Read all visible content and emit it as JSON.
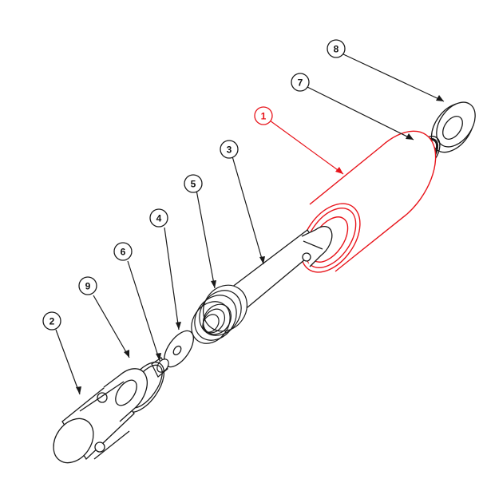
{
  "diagram": {
    "callouts": [
      {
        "id": "callout-1",
        "number": "1",
        "color": "#e8141b"
      },
      {
        "id": "callout-2",
        "number": "2",
        "color": "#111111"
      },
      {
        "id": "callout-3",
        "number": "3",
        "color": "#111111"
      },
      {
        "id": "callout-4",
        "number": "4",
        "color": "#111111"
      },
      {
        "id": "callout-5",
        "number": "5",
        "color": "#111111"
      },
      {
        "id": "callout-6",
        "number": "6",
        "color": "#111111"
      },
      {
        "id": "callout-7",
        "number": "7",
        "color": "#111111"
      },
      {
        "id": "callout-8",
        "number": "8",
        "color": "#111111"
      },
      {
        "id": "callout-9",
        "number": "9",
        "color": "#111111"
      }
    ],
    "colors": {
      "line": "#1a1a1a",
      "highlight": "#e8141b",
      "background": "#ffffff"
    }
  }
}
